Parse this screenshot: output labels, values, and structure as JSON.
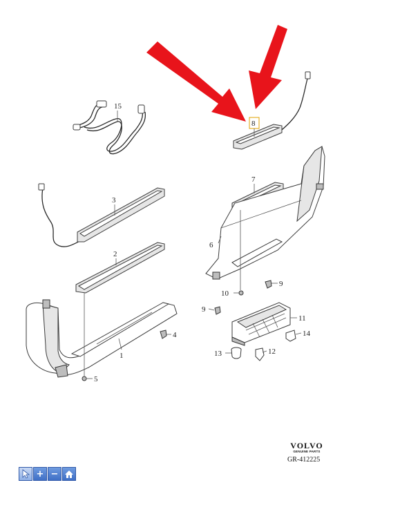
{
  "labels": {
    "p1": "1",
    "p2": "2",
    "p3": "3",
    "p4": "4",
    "p5": "5",
    "p6": "6",
    "p7": "7",
    "p8": "8",
    "p9a": "9",
    "p9b": "9",
    "p10": "10",
    "p11": "11",
    "p12": "12",
    "p13": "13",
    "p14": "14",
    "p15": "15"
  },
  "brand": {
    "name": "VOLVO",
    "subtitle": "GENUINE PARTS"
  },
  "reference": "GR-412225",
  "toolbar": [
    {
      "name": "pointer-icon",
      "glyph": ""
    },
    {
      "name": "zoom-in-icon",
      "glyph": "+"
    },
    {
      "name": "zoom-out-icon",
      "glyph": "−"
    },
    {
      "name": "home-icon",
      "glyph": ""
    }
  ],
  "colors": {
    "highlight_arrow": "#e8141b",
    "toolbar_blue": "#3f6fc6"
  }
}
